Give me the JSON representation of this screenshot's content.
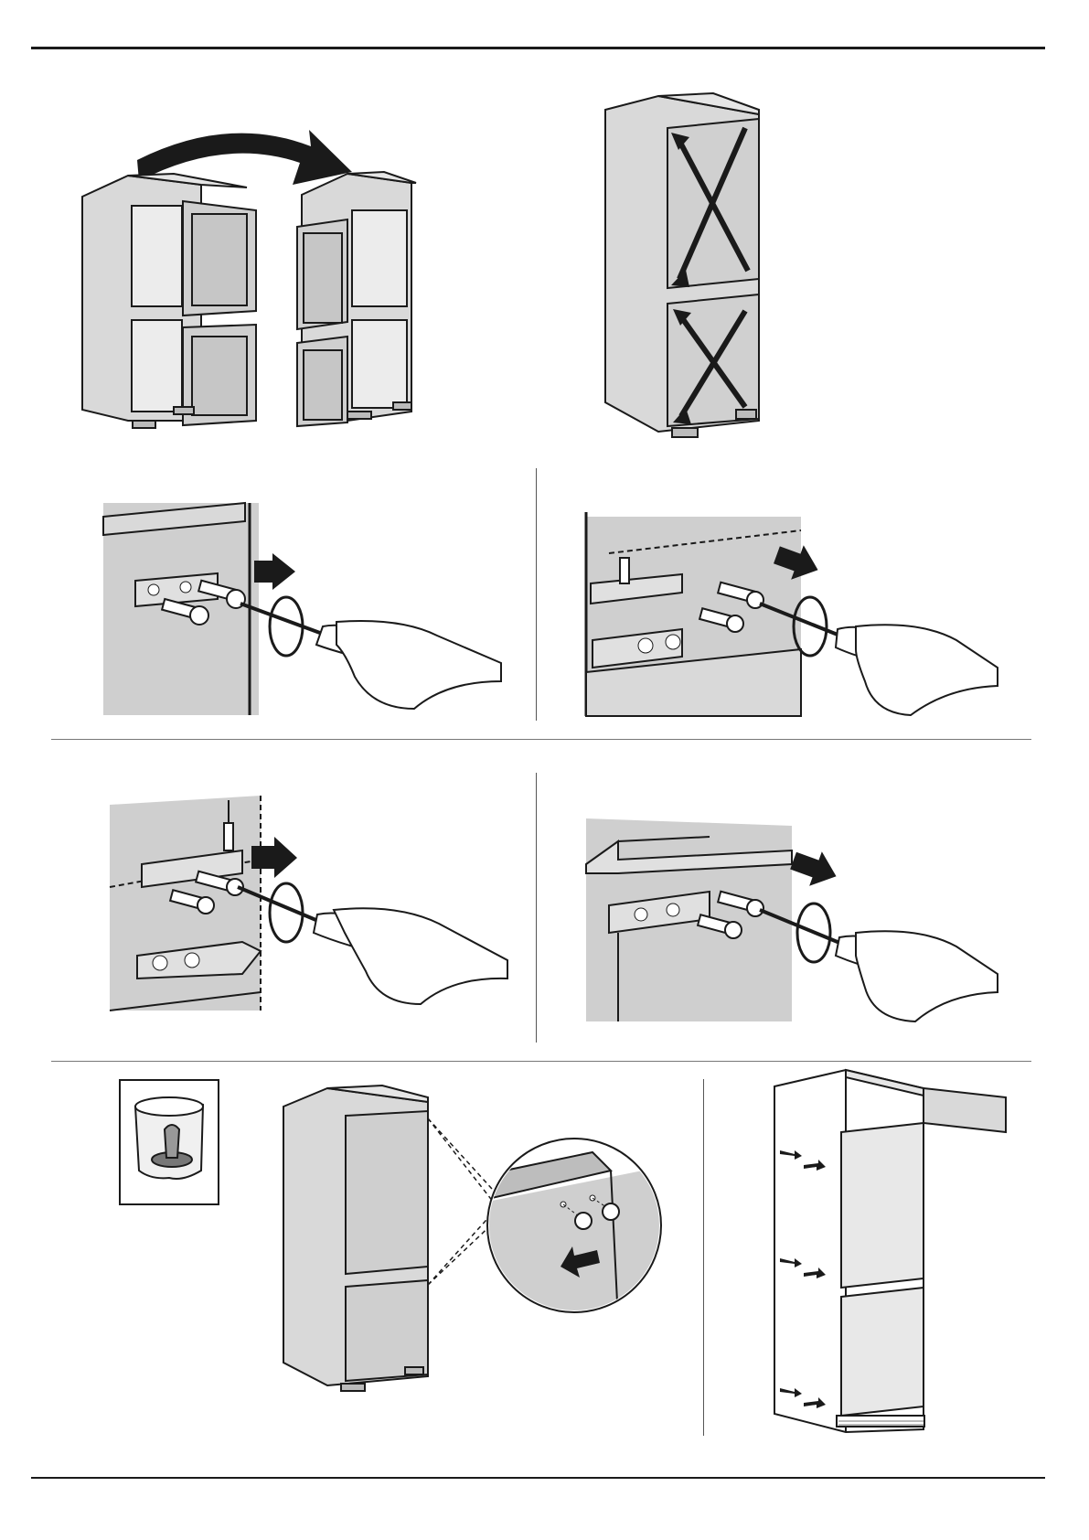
{
  "page": {
    "kind": "installation-illustrations",
    "text": []
  },
  "illustrations": [
    {
      "id": "door-swap",
      "icon": "reverse-door-arrow-icon"
    },
    {
      "id": "door-diagonals",
      "icon": "diagonal-check-icon"
    },
    {
      "id": "hinge-unscrew-top",
      "icon": "screwdriver-icon"
    },
    {
      "id": "hinge-screw-top",
      "icon": "screwdriver-icon"
    },
    {
      "id": "hinge-unscrew-bottom",
      "icon": "screwdriver-icon"
    },
    {
      "id": "hinge-screw-bottom",
      "icon": "screwdriver-icon"
    },
    {
      "id": "accessory-bag",
      "icon": "fixing-bag-icon"
    },
    {
      "id": "cover-caps",
      "icon": "magnify-detail-icon"
    },
    {
      "id": "cabinet-alignment",
      "icon": "cabinet-icon"
    }
  ],
  "colors": {
    "line": "#1a1a1a",
    "fill": "#d9d9d9",
    "panel": "#cfcfcf",
    "white": "#ffffff"
  }
}
